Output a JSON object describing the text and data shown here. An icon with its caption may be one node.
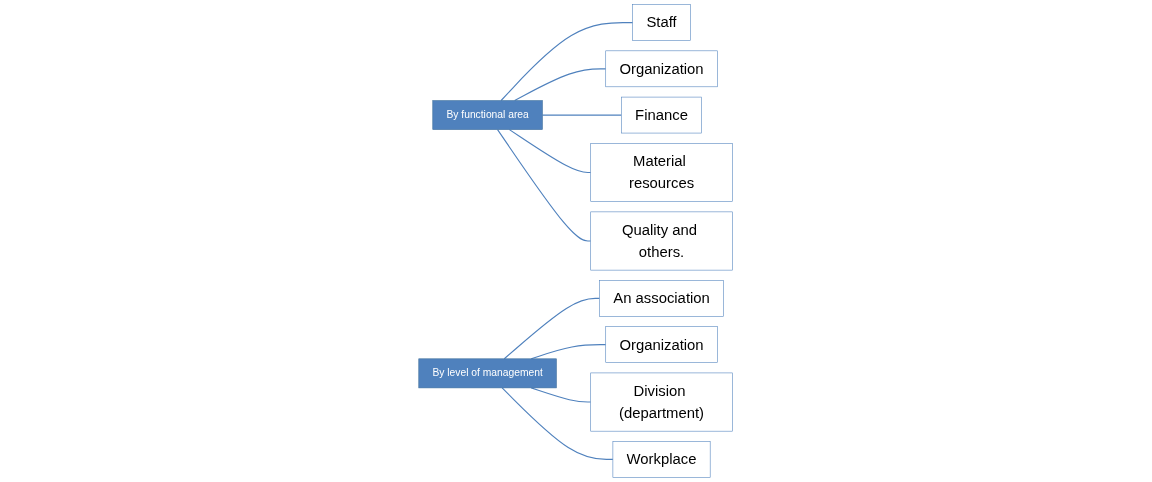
{
  "diagram": {
    "nodes": [
      {
        "text": [
          "By functional area"
        ]
      },
      {
        "text": [
          "Staff"
        ]
      },
      {
        "text": [
          "Organization"
        ]
      },
      {
        "text": [
          "Finance"
        ]
      },
      {
        "text": [
          "Material resources"
        ]
      },
      {
        "text": [
          "Quality and others."
        ]
      },
      {
        "text": [
          "By level of management"
        ]
      },
      {
        "text": [
          "An association"
        ]
      },
      {
        "text": [
          "Organization"
        ]
      },
      {
        "text": [
          "Division (department)"
        ]
      },
      {
        "text": [
          "Workplace"
        ]
      }
    ],
    "edges": [
      {
        "from": 0,
        "to": 1,
        "arrow": "none"
      },
      {
        "from": 0,
        "to": 2,
        "arrow": "none"
      },
      {
        "from": 0,
        "to": 3,
        "arrow": "none"
      },
      {
        "from": 0,
        "to": 4,
        "arrow": "none"
      },
      {
        "from": 0,
        "to": 5,
        "arrow": "none"
      },
      {
        "from": 6,
        "to": 7,
        "arrow": "none"
      },
      {
        "from": 6,
        "to": 8,
        "arrow": "none"
      },
      {
        "from": 6,
        "to": 9,
        "arrow": "none"
      },
      {
        "from": 6,
        "to": 10,
        "arrow": "none"
      }
    ]
  }
}
